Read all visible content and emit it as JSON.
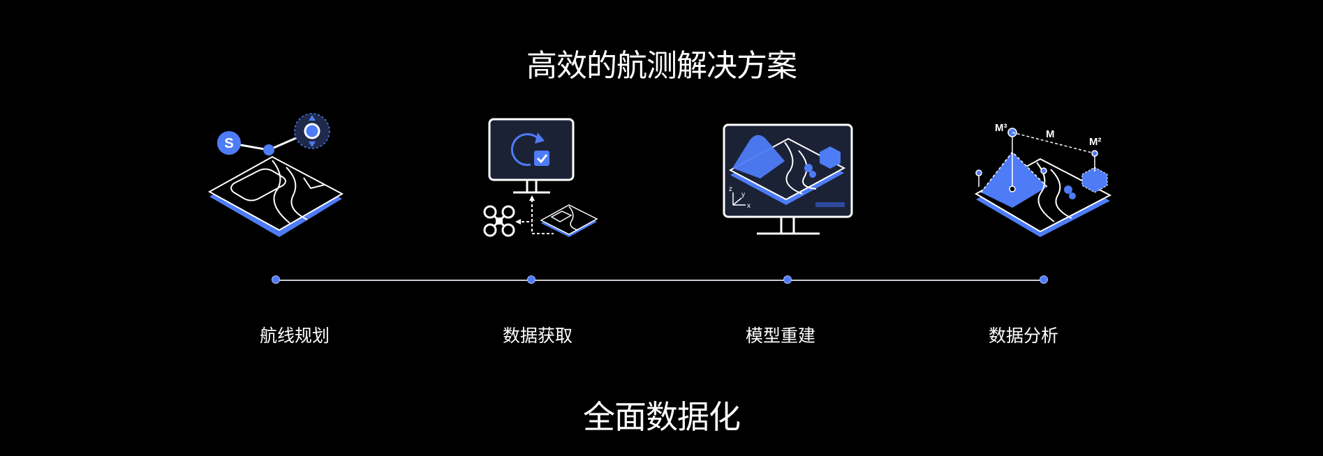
{
  "heading": "高效的航测解决方案",
  "footer_heading": "全面数据化",
  "steps": [
    {
      "label": "航线规划",
      "icon": "route-planning-icon"
    },
    {
      "label": "数据获取",
      "icon": "data-acquisition-icon"
    },
    {
      "label": "模型重建",
      "icon": "model-reconstruction-icon"
    },
    {
      "label": "数据分析",
      "icon": "data-analysis-icon"
    }
  ],
  "icon_text": {
    "start_marker": "S",
    "axis_z": "z",
    "axis_y": "y",
    "axis_x": "x",
    "volume": "M³",
    "length": "M",
    "area": "M²"
  },
  "colors": {
    "background": "#000000",
    "accent": "#4e7cf7",
    "line": "#c8ccd6",
    "text": "#ffffff"
  }
}
